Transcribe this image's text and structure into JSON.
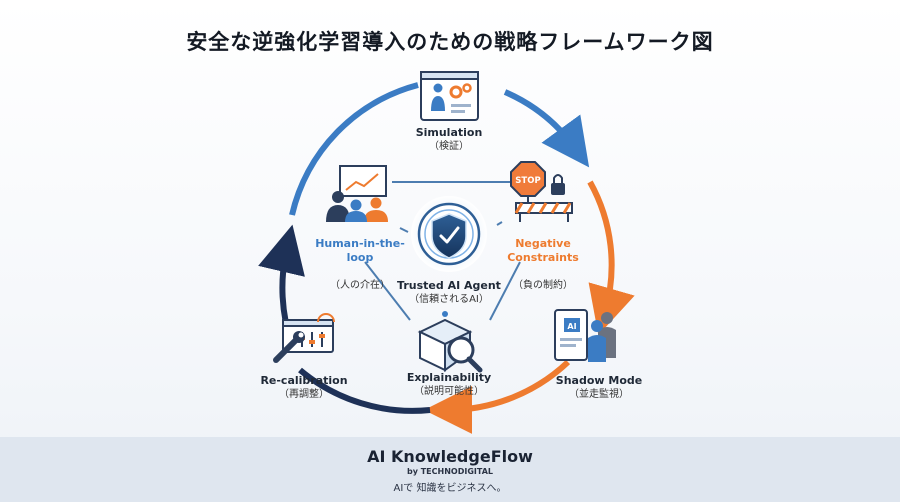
{
  "title": "安全な逆強化学習導入のための戦略フレームワーク図",
  "nodes": {
    "simulation": {
      "label": "Simulation",
      "sub": "（検証）"
    },
    "negative": {
      "label": "Negative\nConstraints",
      "sub": "（負の制約）",
      "stop_sign": "STOP"
    },
    "shadow": {
      "label": "Shadow Mode",
      "sub": "（並走監視）",
      "screen_text": "AI"
    },
    "explain": {
      "label": "Explainability",
      "sub": "（説明可能性）"
    },
    "recal": {
      "label": "Re-calibration",
      "sub": "（再調整）"
    },
    "human": {
      "label": "Human-in-the-\nloop",
      "sub": "（人の介在）"
    },
    "center": {
      "label": "Trusted AI Agent",
      "sub": "（信頼されるAI）"
    }
  },
  "footer": {
    "brand": "AI KnowledgeFlow",
    "by": "by TECHNODIGITAL",
    "tagline": "AIで 知識をビジネスへ。"
  },
  "colors": {
    "blue": "#3b7cc4",
    "navy": "#1e3157",
    "orange": "#ee7b2f",
    "line": "#4d7db0"
  }
}
